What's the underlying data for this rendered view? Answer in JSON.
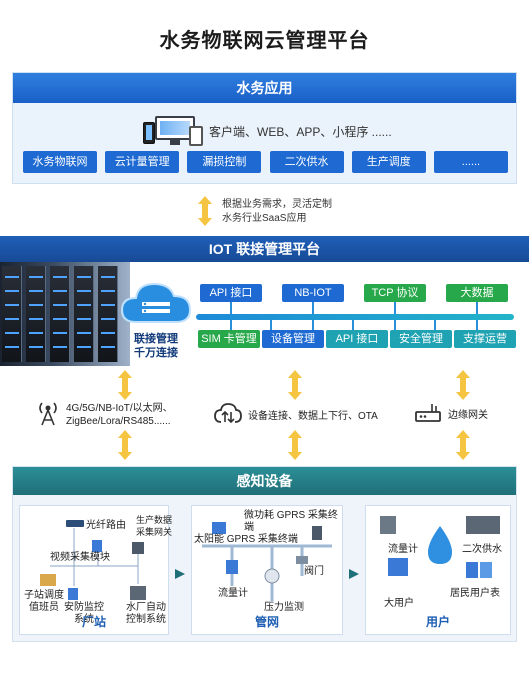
{
  "title": "水务物联网云管理平台",
  "app_layer": {
    "header": "水务应用",
    "clients": "客户端、WEB、APP、小程序 ......",
    "modules": [
      "水务物联网",
      "云计量管理",
      "漏损控制",
      "二次供水",
      "生产调度",
      "......"
    ]
  },
  "saas_note": {
    "line1": "根据业务需求，灵活定制",
    "line2": "水务行业SaaS应用"
  },
  "iot_platform": {
    "header": "IOT 联接管理平台",
    "cloud_label_1": "联接管理",
    "cloud_label_2": "千万连接",
    "top_modules": [
      "API 接口",
      "NB-IOT",
      "TCP 协议",
      "大数据"
    ],
    "bottom_modules": [
      "SIM 卡管理",
      "设备管理",
      "API 接口",
      "安全管理",
      "支撑运营"
    ],
    "colors": {
      "blue": "#1e6ad2",
      "teal": "#1fa2b2",
      "green": "#27a84a"
    }
  },
  "connectivity": {
    "network_line1": "4G/5G/NB-IoT/以太网、",
    "network_line2": "ZigBee/Lora/RS485......",
    "device_text": "设备连接、数据上下行、OTA",
    "gateway_text": "边缘网关"
  },
  "sensing": {
    "header": "感知设备",
    "plant": {
      "title": "厂站",
      "router": "光纤路由",
      "gateway_1": "生产数据",
      "gateway_2": "采集网关",
      "video": "视频采集模块",
      "station_1": "子站调度",
      "station_2": "值班员",
      "security_1": "安防监控",
      "security_2": "系统",
      "auto_1": "水厂自动",
      "auto_2": "控制系统"
    },
    "pipe": {
      "title": "管网",
      "terminal_low": "微功耗 GPRS 采集终端",
      "terminal_solar": "太阳能 GPRS 采集终端",
      "valve": "阀门",
      "flow": "流量计",
      "pressure": "压力监测"
    },
    "user": {
      "title": "用户",
      "flow": "流量计",
      "secondary": "二次供水",
      "big_user": "大用户",
      "resident": "居民用户表"
    }
  }
}
